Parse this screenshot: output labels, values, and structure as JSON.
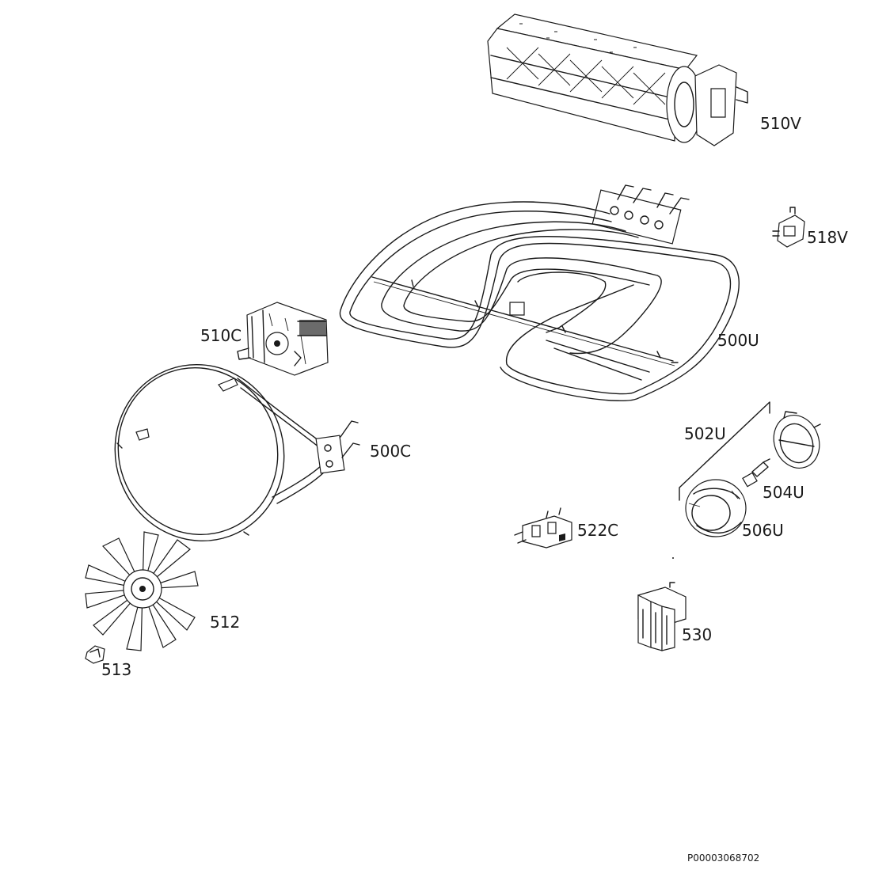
{
  "parts": {
    "p510V": "510V",
    "p518V": "518V",
    "p500U": "500U",
    "p510C": "510C",
    "p500C": "500C",
    "p502U": "502U",
    "p504U": "504U",
    "p506U": "506U",
    "p522C": "522C",
    "p512": "512",
    "p513": "513",
    "p530": "530"
  },
  "reference_code": "P00003068702"
}
